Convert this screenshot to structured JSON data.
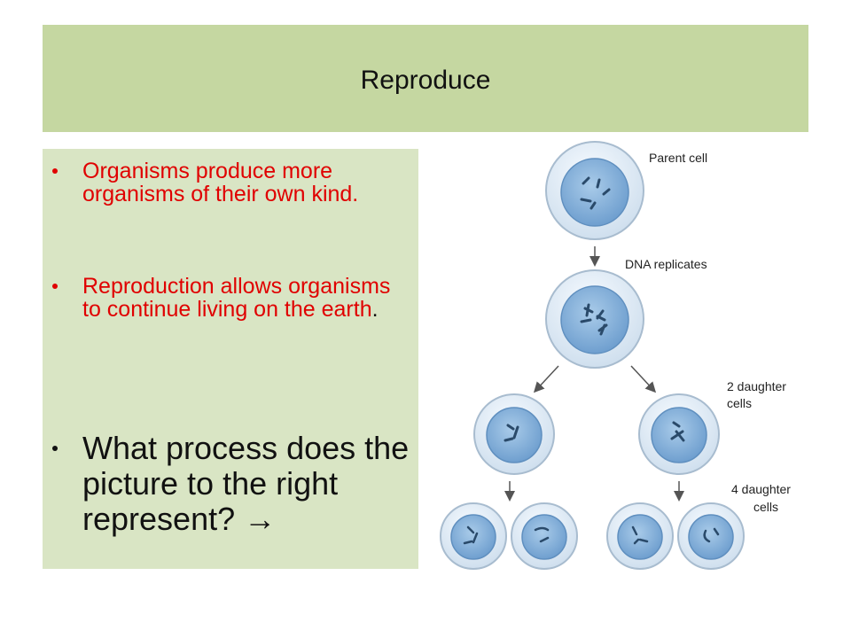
{
  "title": "Reproduce",
  "bullets": [
    {
      "text": "Organisms produce more organisms of their own kind."
    },
    {
      "text": "Reproduction allows organisms to continue living on the earth",
      "tail": "."
    },
    {
      "text": "What process does the picture to the right represent? →"
    }
  ],
  "diagram": {
    "labels": {
      "parent": "Parent cell",
      "dna": "DNA replicates",
      "two_a": "2 daughter",
      "two_b": "cells",
      "four_a": "4 daughter",
      "four_b": "cells"
    }
  },
  "colors": {
    "title_bg": "#c5d7a1",
    "panel_bg": "#d9e5c4",
    "highlight_text": "#e00000",
    "cell_nucleus": "#8fb8de",
    "cell_membrane": "#dfeaf4"
  }
}
